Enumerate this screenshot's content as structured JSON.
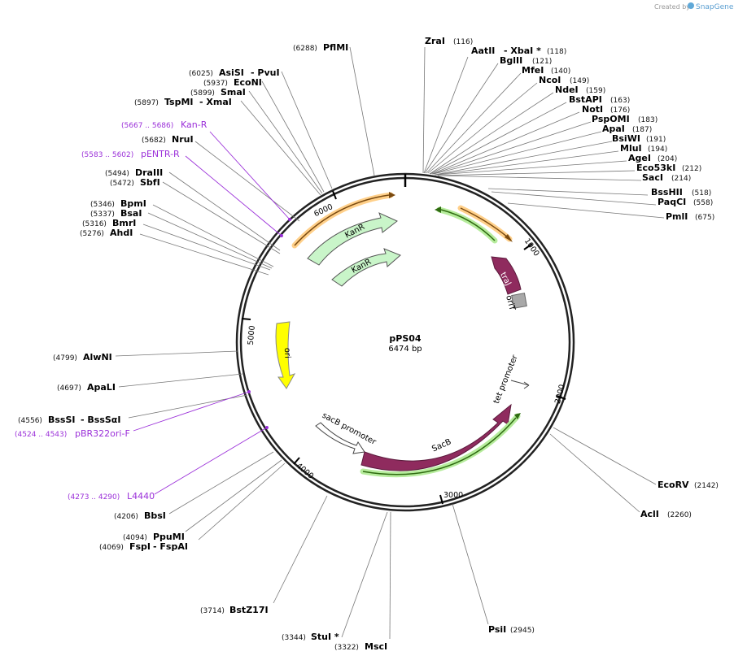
{
  "watermark": {
    "text": "Created by",
    "brand": "SnapGene"
  },
  "plasmid": {
    "name": "pPS04",
    "size_label": "6474 bp",
    "length": 6474
  },
  "ticks": [
    "1000",
    "2000",
    "3000",
    "4000",
    "5000",
    "6000"
  ],
  "enzymes": [
    {
      "name": "ZraI",
      "pos": "(116)"
    },
    {
      "name": "AatII",
      "pos": "",
      "extra": "- XbaI *",
      "pos2": "(118)"
    },
    {
      "name": "BglII",
      "pos": "(121)"
    },
    {
      "name": "MfeI",
      "pos": "(140)"
    },
    {
      "name": "NcoI",
      "pos": "(149)"
    },
    {
      "name": "NdeI",
      "pos": "(159)"
    },
    {
      "name": "BstAPI",
      "pos": "(163)"
    },
    {
      "name": "NotI",
      "pos": "(176)"
    },
    {
      "name": "PspOMI",
      "pos": "(183)"
    },
    {
      "name": "ApaI",
      "pos": "(187)"
    },
    {
      "name": "BsiWI",
      "pos": "(191)"
    },
    {
      "name": "MluI",
      "pos": "(194)"
    },
    {
      "name": "AgeI",
      "pos": "(204)"
    },
    {
      "name": "Eco53kI",
      "pos": "(212)"
    },
    {
      "name": "SacI",
      "pos": "(214)"
    },
    {
      "name": "BssHII",
      "pos": "(518)"
    },
    {
      "name": "PaqCI",
      "pos": "(558)"
    },
    {
      "name": "PmlI",
      "pos": "(675)"
    },
    {
      "name": "EcoRV",
      "pos": "(2142)"
    },
    {
      "name": "AclI",
      "pos": "(2260)"
    },
    {
      "name": "PsiI",
      "pos": "(2945)"
    },
    {
      "name": "MscI",
      "pos": "(3322)"
    },
    {
      "name": "StuI *",
      "pos": "(3344)"
    },
    {
      "name": "BstZ17I",
      "pos": "(3714)"
    },
    {
      "name": "FspI",
      "pos": "(4069)",
      "extra": "- FspAI"
    },
    {
      "name": "PpuMI",
      "pos": "(4094)"
    },
    {
      "name": "BbsI",
      "pos": "(4206)"
    },
    {
      "name": "BssSI",
      "pos": "(4556)",
      "extra": "- BssSαI"
    },
    {
      "name": "ApaLI",
      "pos": "(4697)"
    },
    {
      "name": "AlwNI",
      "pos": "(4799)"
    },
    {
      "name": "AhdI",
      "pos": "(5276)"
    },
    {
      "name": "BmrI",
      "pos": "(5316)"
    },
    {
      "name": "BsaI",
      "pos": "(5337)"
    },
    {
      "name": "BpmI",
      "pos": "(5346)"
    },
    {
      "name": "SbfI",
      "pos": "(5472)"
    },
    {
      "name": "DraIII",
      "pos": "(5494)"
    },
    {
      "name": "NruI",
      "pos": "(5682)"
    },
    {
      "name": "TspMI",
      "pos": "(5897)",
      "extra": "- XmaI"
    },
    {
      "name": "SmaI",
      "pos": "(5899)"
    },
    {
      "name": "EcoNI",
      "pos": "(5937)"
    },
    {
      "name": "AsiSI",
      "pos": "(6025)",
      "extra": "- PvuI"
    },
    {
      "name": "PflMI",
      "pos": "(6288)"
    }
  ],
  "primers": [
    {
      "name": "Kan-R",
      "range": "(5667 .. 5686)"
    },
    {
      "name": "pENTR-R",
      "range": "(5583 .. 5602)"
    },
    {
      "name": "pBR322ori-F",
      "range": "(4524 .. 4543)"
    },
    {
      "name": "L4440",
      "range": "(4273 .. 4290)"
    }
  ],
  "features": [
    {
      "name": "KanR",
      "color": "#c9f5c9"
    },
    {
      "name": "KanR",
      "color": "#c9f5c9"
    },
    {
      "name": "traJ",
      "color": "#8f2b5e"
    },
    {
      "name": "oriT",
      "color": "#a8a8a8"
    },
    {
      "name": "ori",
      "color": "#ffff00"
    },
    {
      "name": "tet promoter",
      "color": "#ffffff"
    },
    {
      "name": "sacB promoter",
      "color": "#ffffff"
    },
    {
      "name": "SacB",
      "color": "#8f2b5e"
    }
  ],
  "colors": {
    "primer": "#9b30d9",
    "orange_primer": "#ff9900",
    "green_primer": "#66cc33"
  }
}
